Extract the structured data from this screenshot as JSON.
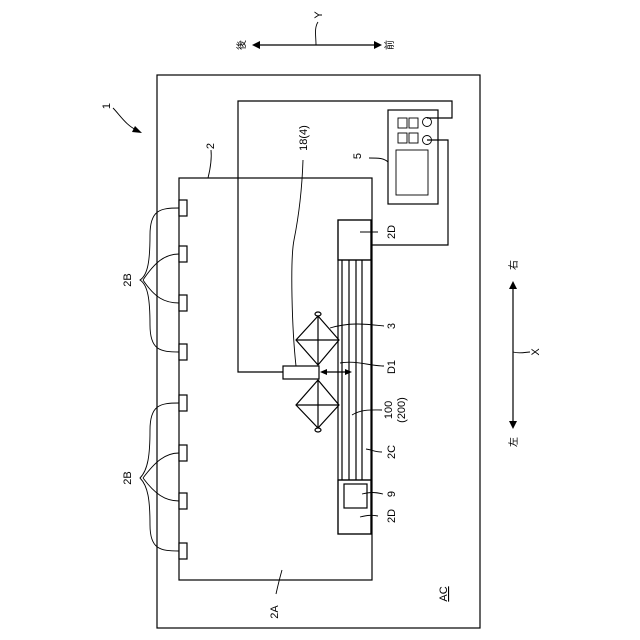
{
  "figure": {
    "ref_1": "1",
    "ref_2": "2",
    "ref_2A": "2A",
    "ref_2B_top": "2B",
    "ref_2B_bottom": "2B",
    "ref_2C": "2C",
    "ref_2D_top": "2D",
    "ref_2D_bottom": "2D",
    "ref_3": "3",
    "ref_5": "5",
    "ref_9": "9",
    "ref_18": "18(4)",
    "ref_100": "100",
    "ref_200": "(200)",
    "ref_D1": "D1",
    "ref_AC": "AC"
  },
  "axes": {
    "y_label": "Y",
    "y_back": "後",
    "y_front": "前",
    "x_label": "X",
    "x_right": "右",
    "x_left": "左"
  }
}
